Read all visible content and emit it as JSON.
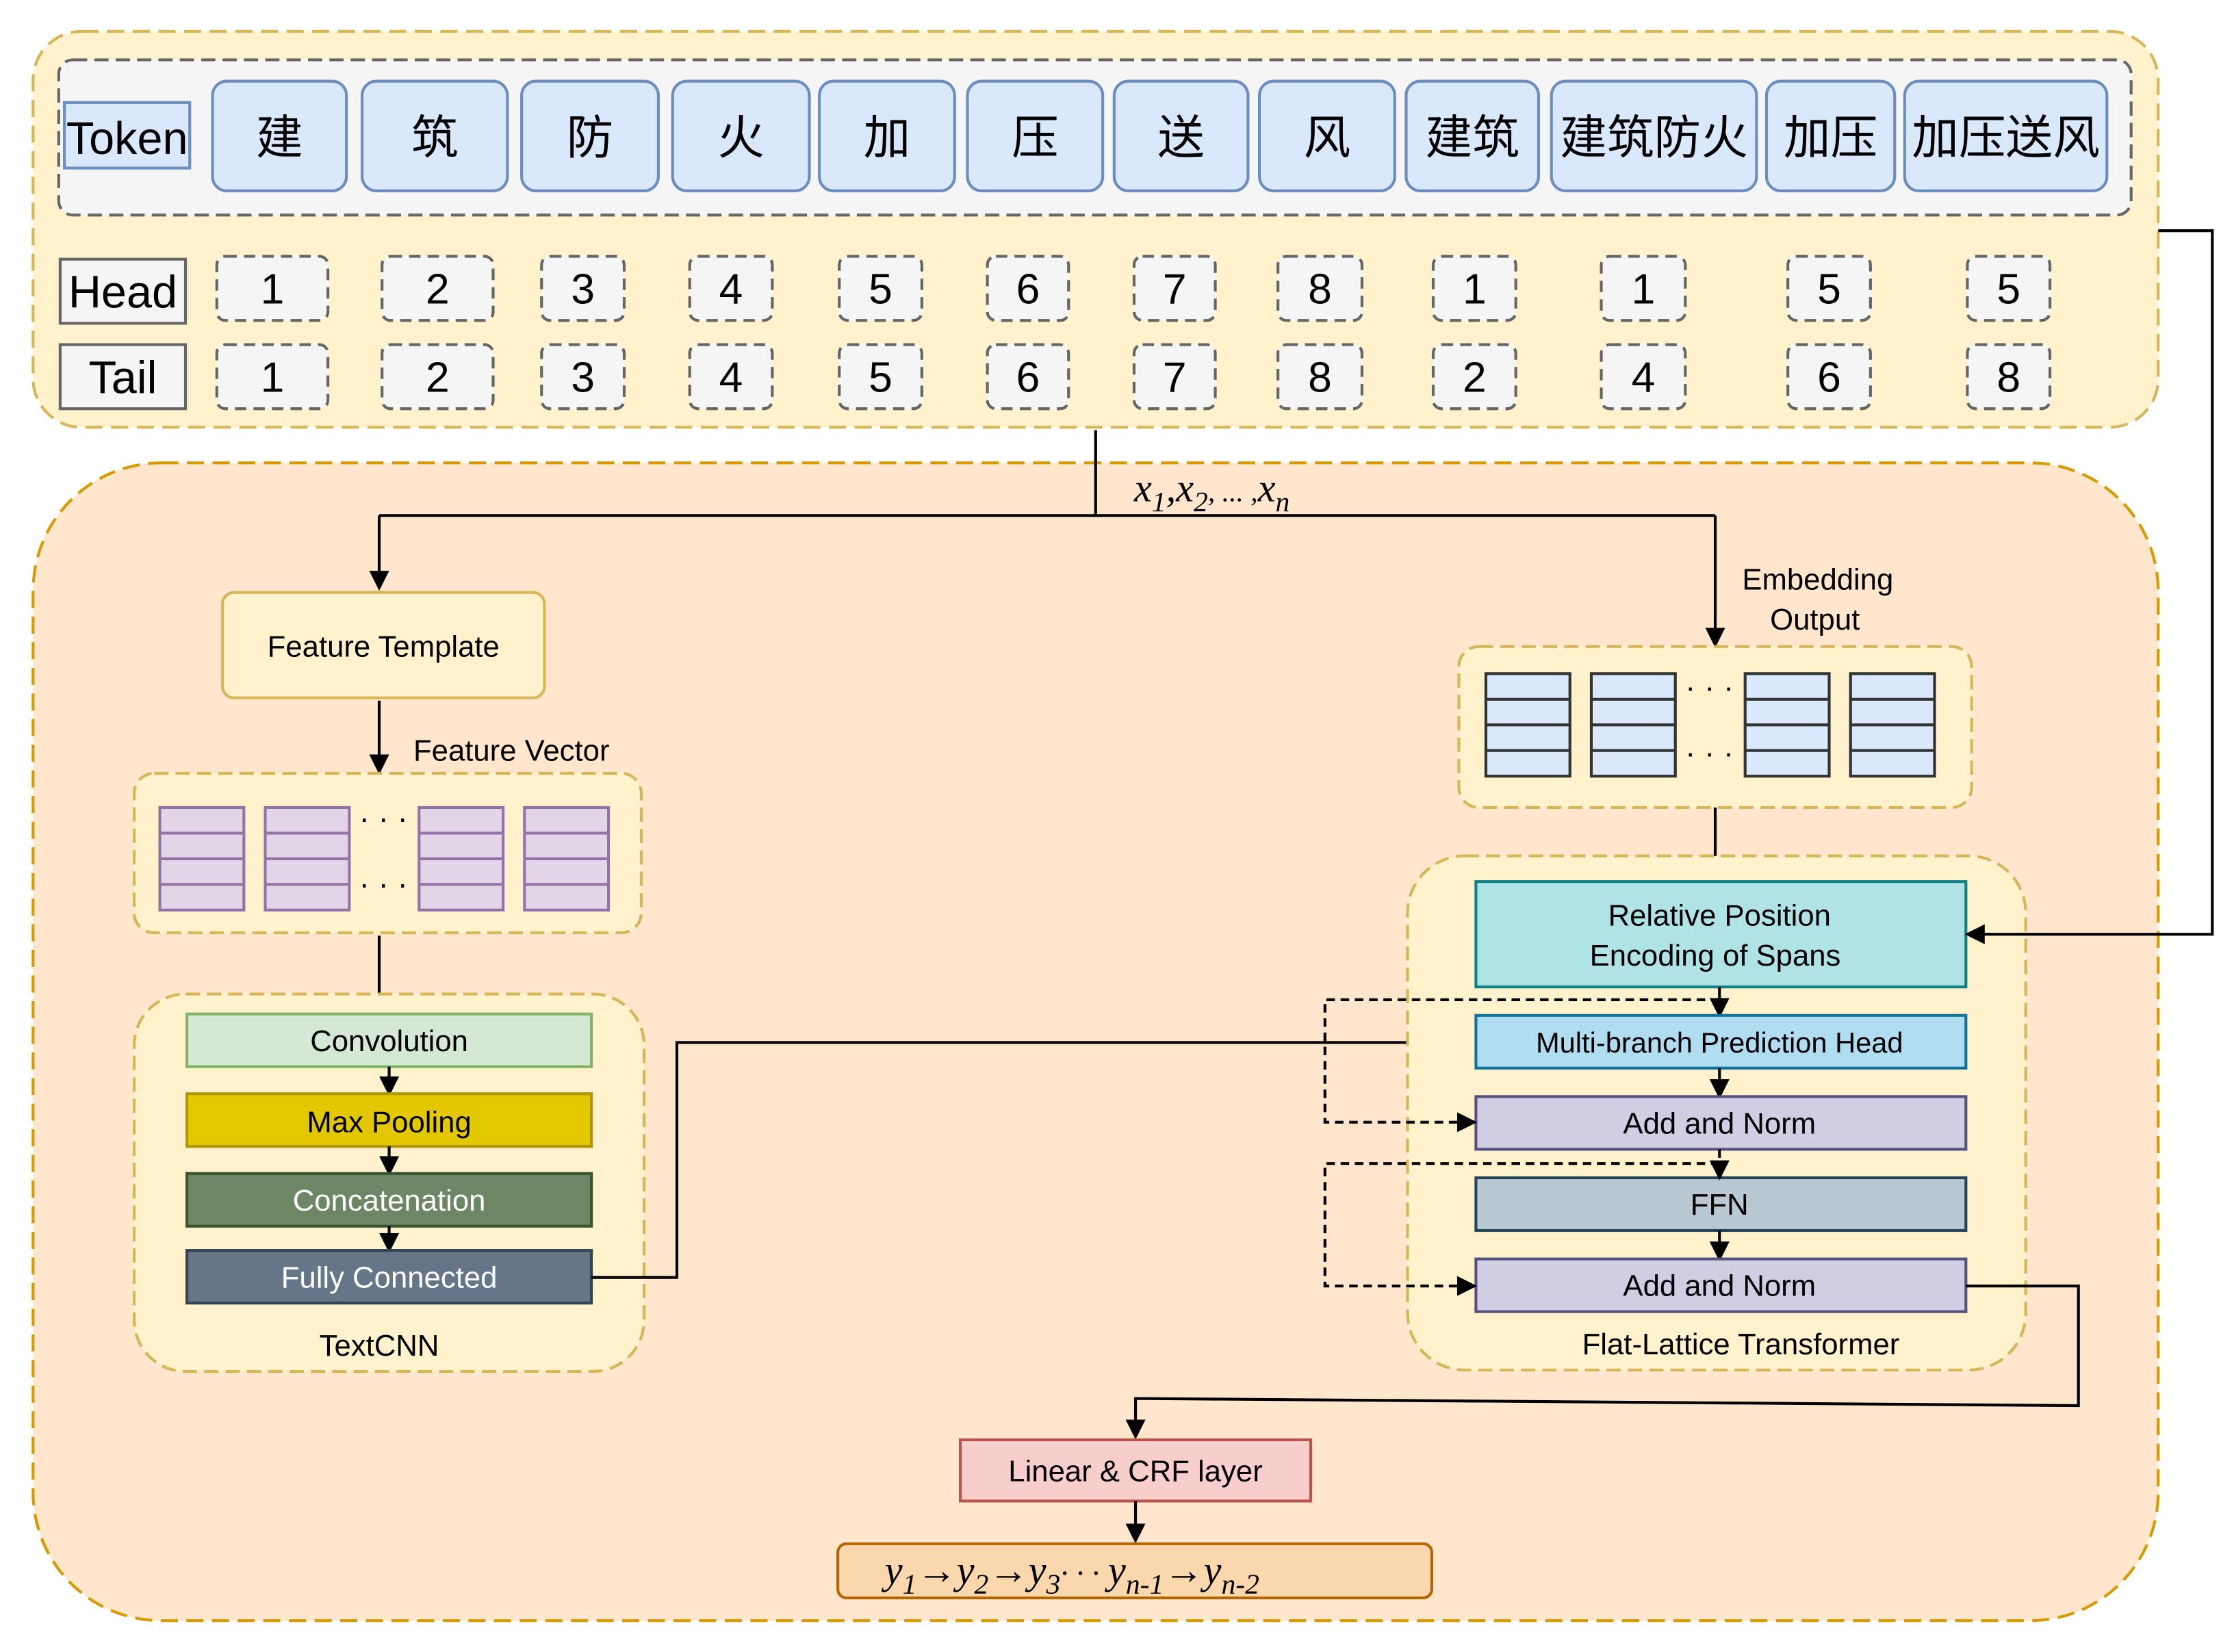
{
  "token_row": {
    "label": "Token",
    "tokens": [
      "建",
      "筑",
      "防",
      "火",
      "加",
      "压",
      "送",
      "风",
      "建筑",
      "建筑防火",
      "加压",
      "加压送风"
    ]
  },
  "head_row": {
    "label": "Head",
    "values": [
      "1",
      "2",
      "3",
      "4",
      "5",
      "6",
      "7",
      "8",
      "1",
      "1",
      "5",
      "5"
    ]
  },
  "tail_row": {
    "label": "Tail",
    "values": [
      "1",
      "2",
      "3",
      "4",
      "5",
      "6",
      "7",
      "8",
      "2",
      "4",
      "6",
      "8"
    ]
  },
  "input_sequence": {
    "x": "x",
    "sub1": "1",
    "sub2": "2",
    "dots": ", ... ,",
    "subn": "n"
  },
  "left_branch": {
    "feature_template": "Feature Template",
    "feature_vector": "Feature Vector",
    "textcnn_label": "TextCNN",
    "layers": {
      "convolution": "Convolution",
      "max_pooling": "Max Pooling",
      "concatenation": "Concatenation",
      "fully_connected": "Fully Connected"
    }
  },
  "right_branch": {
    "embedding_output_line1": "Embedding",
    "embedding_output_line2": "Output",
    "relative_position_line1": "Relative Position",
    "relative_position_line2": "Encoding of Spans",
    "multi_branch": "Multi-branch Prediction Head",
    "add_norm_1": "Add and Norm",
    "ffn": "FFN",
    "add_norm_2": "Add and Norm",
    "transformer_label": "Flat-Lattice Transformer"
  },
  "output": {
    "crf_layer": "Linear & CRF layer",
    "sequence": {
      "y": "y",
      "s1": "1",
      "s2": "2",
      "s3": "3",
      "dots": "· · ·",
      "sn1": "n-1",
      "sn2": "n-2"
    }
  },
  "colors": {
    "token_box_fill": "#dae8fc",
    "token_box_stroke": "#6c8ebf",
    "top_panel_fill": "#fff2cc",
    "top_panel_stroke": "#d6b656",
    "main_panel_fill": "#ffe6cc",
    "main_panel_stroke": "#d79b00",
    "feature_vector_fill": "#e1d5e7",
    "feature_vector_stroke": "#9673a6",
    "convolution_fill": "#d5e8d4",
    "max_pooling_fill": "#e3c800",
    "concatenation_fill": "#6d8764",
    "fully_connected_fill": "#647687",
    "relative_position_fill": "#b0e3e6",
    "multi_branch_fill": "#b1ddf0",
    "add_norm_fill": "#d0cee2",
    "ffn_fill": "#bac8d3",
    "crf_fill": "#f8cecc",
    "output_fill": "#fad7ac"
  }
}
